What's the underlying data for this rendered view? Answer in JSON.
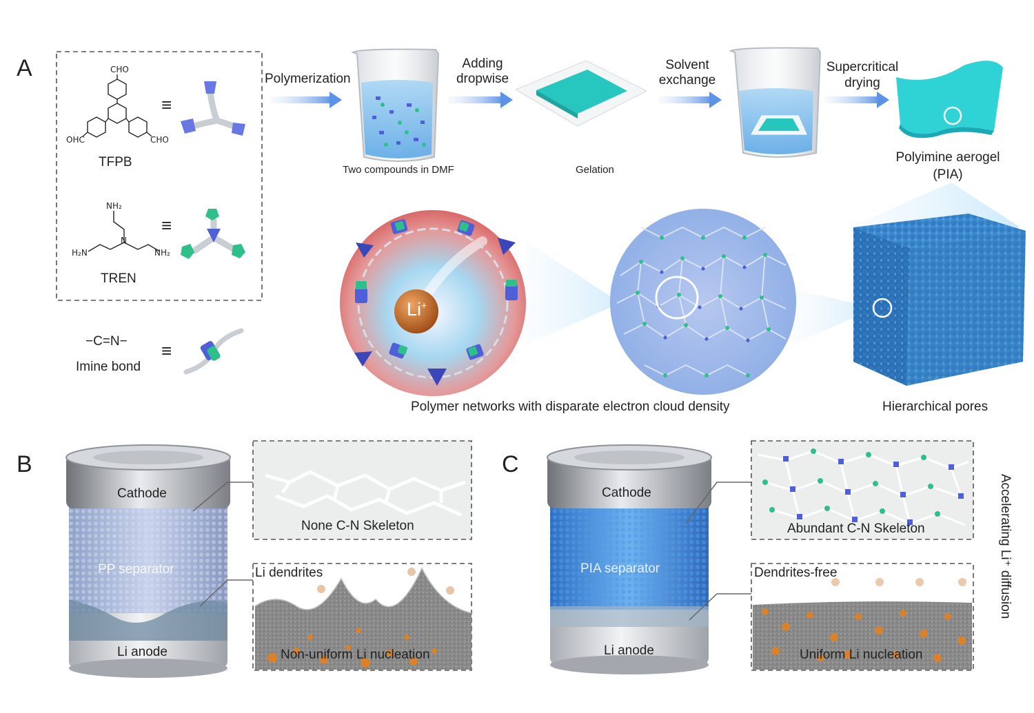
{
  "panels": {
    "a": "A",
    "b": "B",
    "c": "C"
  },
  "monomers": {
    "tfpb_label": "TFPB",
    "tfpb_cho": "CHO",
    "tfpb_ohc": "OHC",
    "tren_label": "TREN",
    "tren_nh2": "NH₂",
    "tren_h2n": "H₂N",
    "tren_n": "N",
    "equiv": "≡",
    "imine_formula": "−C=N−",
    "imine_label": "Imine bond"
  },
  "process": {
    "step1": "Polymerization",
    "step2_line1": "Adding",
    "step2_line2": "dropwise",
    "step3_line1": "Solvent",
    "step3_line2": "exchange",
    "step4_line1": "Supercritical",
    "step4_line2": "drying",
    "beaker1_caption": "Two compounds in DMF",
    "gel_caption": "Gelation",
    "product_line1": "Polyimine aerogel",
    "product_line2": "(PIA)"
  },
  "network": {
    "ion": "Li",
    "ion_charge": "+",
    "caption": "Polymer networks with disparate electron cloud density",
    "pores_caption": "Hierarchical pores"
  },
  "battery_b": {
    "cathode": "Cathode",
    "separator": "PP separator",
    "anode": "Li anode",
    "skeleton": "None C-N Skeleton",
    "dendrite_title": "Li dendrites",
    "nucleation": "Non-uniform Li nucleation"
  },
  "battery_c": {
    "cathode": "Cathode",
    "separator": "PIA separator",
    "anode": "Li anode",
    "skeleton": "Abundant C-N Skeleton",
    "dendrite_title": "Dendrites-free",
    "nucleation": "Uniform Li nucleation",
    "side_label": "Accelerating Li⁺ diffusion"
  },
  "colors": {
    "arrow": "#6fa2e8",
    "aerogel": "#2fd3d6",
    "gel": "#27c6bf",
    "blue_node": "#4f5fd8",
    "green_node": "#2fbf8a",
    "pore_blue": "#3a86c8",
    "lithium": "#d9822b"
  }
}
